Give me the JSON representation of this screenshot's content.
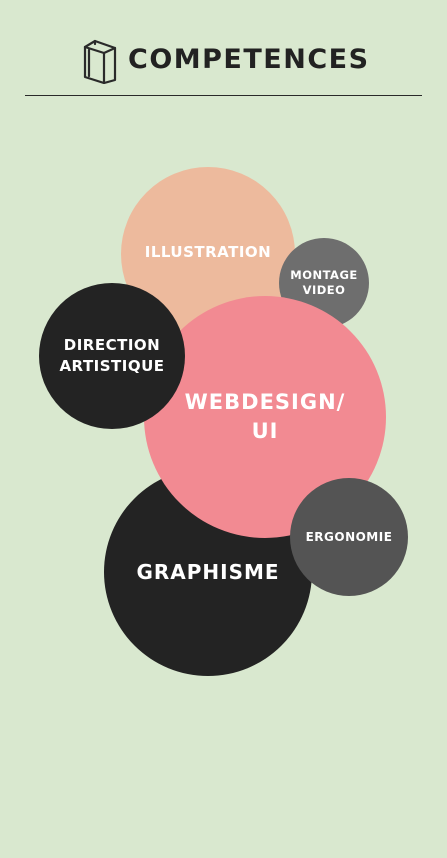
{
  "header": {
    "icon": "book-icon",
    "title": "COMPETENCES"
  },
  "skills": {
    "illustration": {
      "label": "ILLUSTRATION",
      "color": "#edba9d",
      "text_color": "#ffffff"
    },
    "montage_video": {
      "label": "MONTAGE\nVIDEO",
      "color": "#6e6e6e",
      "text_color": "#ffffff"
    },
    "direction_artistique": {
      "label": "DIRECTION\nARTISTIQUE",
      "color": "#232323",
      "text_color": "#ffffff"
    },
    "webdesign_ui": {
      "label": "WEBDESIGN/\nUI",
      "color": "#f28a92",
      "text_color": "#ffffff"
    },
    "graphisme": {
      "label": "GRAPHISME",
      "color": "#232323",
      "text_color": "#ffffff"
    },
    "ergonomie": {
      "label": "ERGONOMIE",
      "color": "#545454",
      "text_color": "#ffffff"
    }
  },
  "colors": {
    "background": "#d9e8cf",
    "heading": "#222222",
    "rule": "#2a2a2a"
  }
}
